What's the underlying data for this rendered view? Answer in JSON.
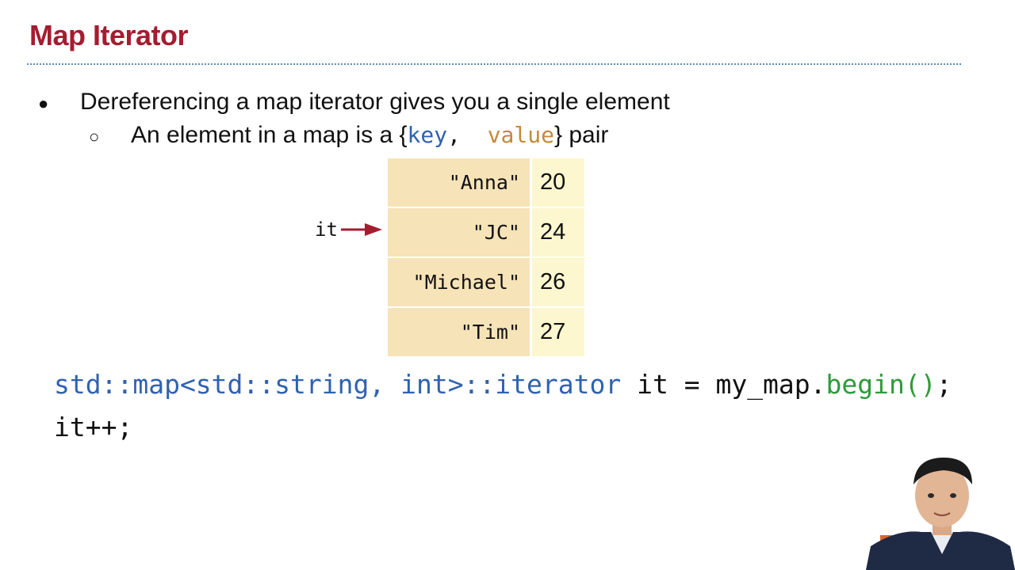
{
  "slide": {
    "title": "Map Iterator"
  },
  "bullets": {
    "level1": {
      "marker": "●",
      "text": "Dereferencing a map iterator gives you a single element"
    },
    "level2": {
      "marker": "○",
      "text_prefix": "An element in a map is a ",
      "brace_open": "{",
      "key": "key",
      "comma": ",",
      "value": "value",
      "brace_close": "}",
      "text_suffix": " pair"
    }
  },
  "map_table": {
    "rows": [
      {
        "key": "\"Anna\"",
        "value": "20"
      },
      {
        "key": "\"JC\"",
        "value": "24"
      },
      {
        "key": "\"Michael\"",
        "value": "26"
      },
      {
        "key": "\"Tim\"",
        "value": "27"
      }
    ],
    "key_color": "#f6e3b8",
    "value_color": "#fcf7cf"
  },
  "iterator": {
    "label": "it",
    "arrow_color": "#a51c30"
  },
  "code": {
    "line1": {
      "type_part": "std::map<std::string, int>::iterator",
      "middle": " it = my_map.",
      "method": "begin()",
      "end": ";"
    },
    "line2": "it++;"
  },
  "colors": {
    "title": "#a51c30",
    "rule": "#5b8db8",
    "code_type": "#2f62b0",
    "code_method": "#2e9a3a"
  }
}
